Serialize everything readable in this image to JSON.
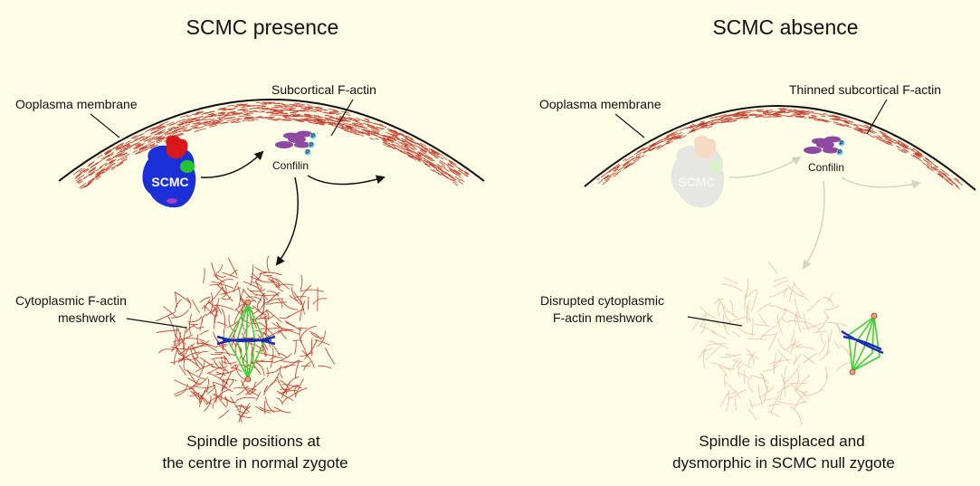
{
  "panels": {
    "presence": {
      "title": "SCMC presence",
      "membrane_label": "Ooplasma membrane",
      "actin_label": "Subcortical F-actin",
      "complex_label": "SCMC",
      "cofilin_label": "Confilin",
      "phospho_label": "P",
      "meshwork_label_line1": "Cytoplasmic F-actin",
      "meshwork_label_line2": "meshwork",
      "caption_line1": "Spindle positions at",
      "caption_line2": "the centre in normal zygote"
    },
    "absence": {
      "title": "SCMC absence",
      "membrane_label": "Ooplasma membrane",
      "actin_label": "Thinned subcortical F-actin",
      "complex_label": "SCMC",
      "cofilin_label": "Confilin",
      "phospho_label": "P",
      "meshwork_label_line1": "Disrupted cytoplasmic",
      "meshwork_label_line2": "F-actin meshwork",
      "caption_line1": "Spindle is displaced and",
      "caption_line2": "dysmorphic in SCMC null zygote"
    }
  },
  "colors": {
    "background": "#fffde6",
    "actin": "#c0392b",
    "scmc_blue": "#1a2fd6",
    "scmc_red": "#d81818",
    "scmc_green": "#22c62a",
    "scmc_purple": "#a83cc8",
    "cofilin": "#8e4aa0",
    "phospho": "#6cc6e6",
    "spindle": "#3fd13a",
    "chromosome": "#1a2fb0"
  }
}
